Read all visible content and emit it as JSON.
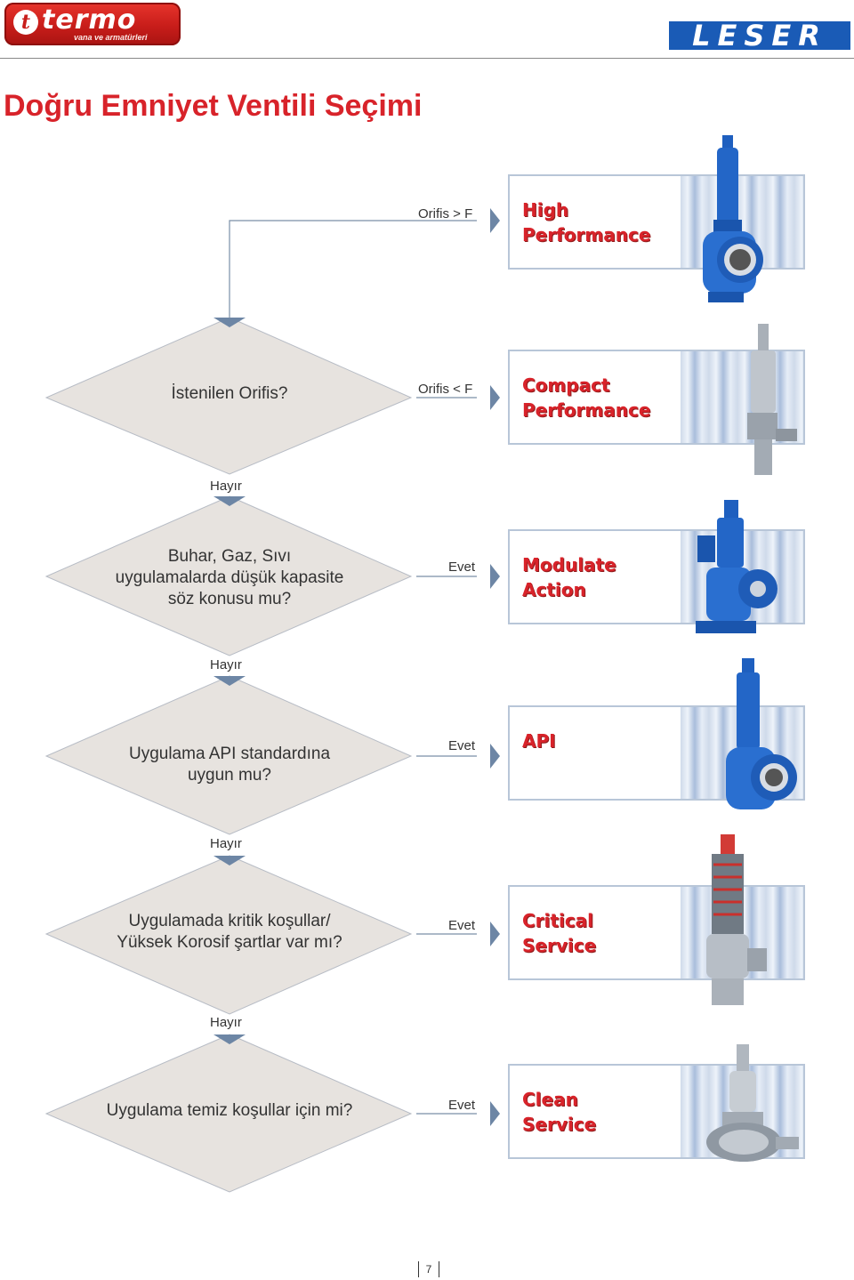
{
  "header": {
    "logo_left": {
      "brand": "termo",
      "tagline": "vana ve armatürleri",
      "badge": "t"
    },
    "logo_right": {
      "brand": "LESER"
    }
  },
  "title": "Doğru Emniyet Ventili Seçimi",
  "colors": {
    "title_red": "#d8232a",
    "leser_blue": "#1a5bb6",
    "diamond_fill": "#e7e3df",
    "connector": "#7a8fa8"
  },
  "decisions": [
    {
      "question": "İstenilen Orifis?",
      "no_label": "Hayır"
    },
    {
      "question_lines": [
        "Buhar, Gaz, Sıvı",
        "uygulamalarda düşük kapasite",
        "söz konusu mu?"
      ],
      "no_label": "Hayır"
    },
    {
      "question_lines": [
        "Uygulama API standardına",
        "uygun mu?"
      ],
      "no_label": "Hayır"
    },
    {
      "question_lines": [
        "Uygulamada kritik koşullar/",
        "Yüksek Korosif şartlar var mı?"
      ],
      "no_label": "Hayır"
    },
    {
      "question": "Uygulama temiz koşullar için mi?"
    }
  ],
  "branches": [
    {
      "condition": "Orifis > F",
      "result_lines": [
        "High",
        "Performance"
      ],
      "valve_icon": "safety-valve-blue-icon"
    },
    {
      "condition": "Orifis < F",
      "result_lines": [
        "Compact",
        "Performance"
      ],
      "valve_icon": "safety-valve-silver-icon"
    },
    {
      "condition": "Evet",
      "result_lines": [
        "Modulate",
        "Action"
      ],
      "valve_icon": "safety-valve-modulate-icon"
    },
    {
      "condition": "Evet",
      "result_lines": [
        "API"
      ],
      "valve_icon": "safety-valve-api-icon"
    },
    {
      "condition": "Evet",
      "result_lines": [
        "Critical",
        "Service"
      ],
      "valve_icon": "safety-valve-critical-icon"
    },
    {
      "condition": "Evet",
      "result_lines": [
        "Clean",
        "Service"
      ],
      "valve_icon": "safety-valve-clean-icon"
    }
  ],
  "page_number": "7"
}
